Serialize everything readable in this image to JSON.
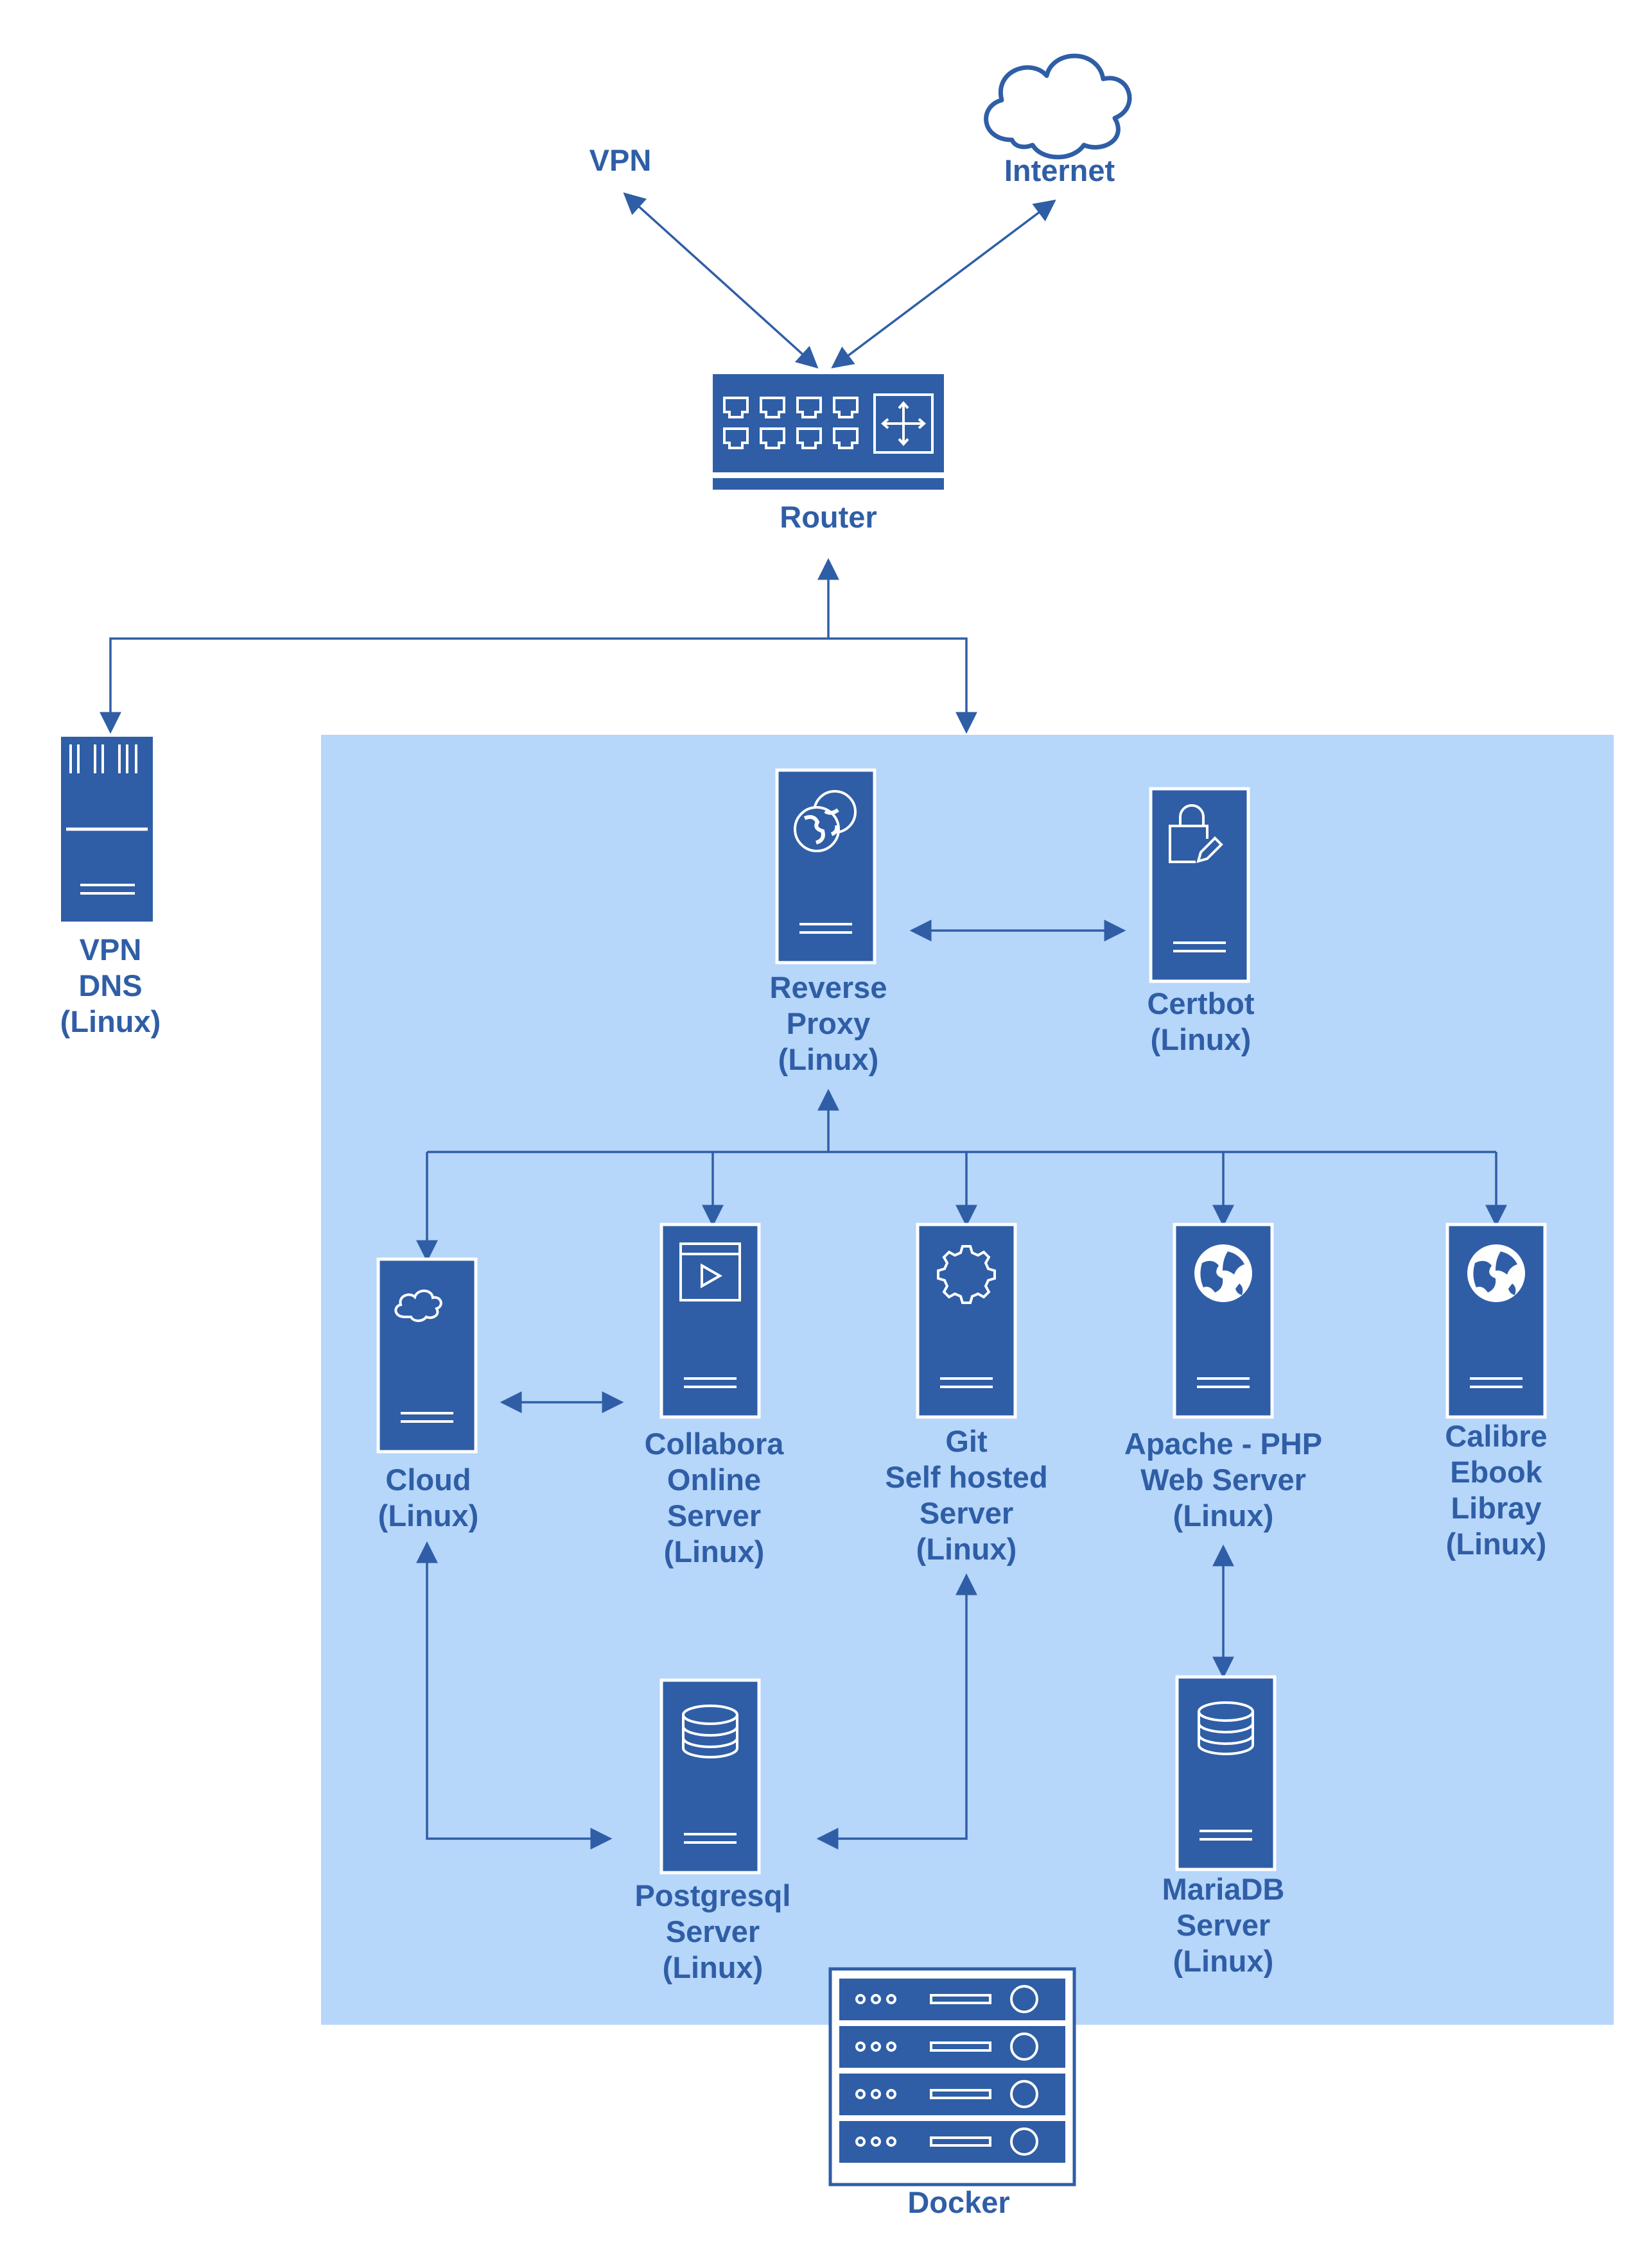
{
  "colors": {
    "primary": "#2f5ea6",
    "zone": "#b6d6fa",
    "white": "#ffffff"
  },
  "nodes": {
    "vpn": {
      "lines": [
        "VPN"
      ],
      "icon": "arrow-endpoint"
    },
    "internet": {
      "lines": [
        "Internet"
      ],
      "icon": "cloud-icon"
    },
    "router": {
      "lines": [
        "Router"
      ],
      "icon": "router-icon"
    },
    "vpn_dns": {
      "lines": [
        "VPN",
        "DNS",
        "(Linux)"
      ],
      "icon": "server-rack-icon"
    },
    "reverse_proxy": {
      "lines": [
        "Reverse",
        "Proxy",
        "(Linux)"
      ],
      "icon": "network-globes-icon"
    },
    "certbot": {
      "lines": [
        "Certbot",
        "(Linux)"
      ],
      "icon": "lock-edit-icon"
    },
    "cloud": {
      "lines": [
        "Cloud",
        "(Linux)"
      ],
      "icon": "cloud-icon"
    },
    "collabora": {
      "lines": [
        "Collabora",
        "Online",
        "Server",
        "(Linux)"
      ],
      "icon": "media-window-icon"
    },
    "git": {
      "lines": [
        "Git",
        "Self hosted",
        "Server",
        "(Linux)"
      ],
      "icon": "gear-icon"
    },
    "apache": {
      "lines": [
        "Apache - PHP",
        "Web Server",
        "(Linux)"
      ],
      "icon": "globe-icon"
    },
    "calibre": {
      "lines": [
        "Calibre",
        "Ebook",
        "Libray",
        "(Linux)"
      ],
      "icon": "globe-icon"
    },
    "postgresql": {
      "lines": [
        "Postgresql",
        "Server",
        "(Linux)"
      ],
      "icon": "database-icon"
    },
    "mariadb": {
      "lines": [
        "MariaDB",
        "Server",
        "(Linux)"
      ],
      "icon": "database-icon"
    },
    "docker": {
      "lines": [
        "Docker"
      ],
      "icon": "docker-rack-icon"
    }
  }
}
